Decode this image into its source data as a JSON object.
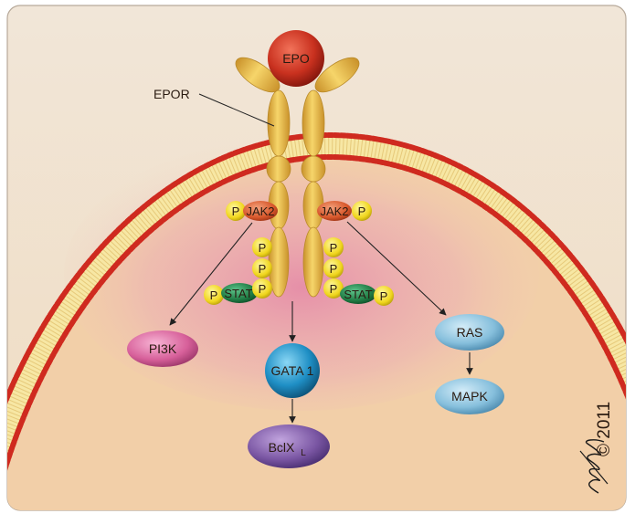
{
  "labels": {
    "epo": "EPO",
    "epor": "EPOR",
    "jak2_left": "JAK2",
    "jak2_right": "JAK2",
    "stat_left": "STAT",
    "stat_right": "STAT",
    "phospho": "P",
    "pi3k": "PI3K",
    "gata1": "GATA 1",
    "bclx": "BclX",
    "bclx_sub": "L",
    "ras": "RAS",
    "mapk": "MAPK",
    "copyright": "© 2011"
  },
  "colors": {
    "cytoplasm": "#f3d4b3",
    "extracellular": "#f0e4d4",
    "membrane_red": "#cf2a1f",
    "membrane_yellow": "#f7e7a4",
    "receptor_yellow": "#f0c445",
    "epo_red": "#c9311f",
    "jak2_orange": "#d7562a",
    "stat_green": "#1f7a43",
    "phospho_yellow": "#f3e02a",
    "pi3k_pink": "#d7609a",
    "gata1_blue": "#1f8fc5",
    "bclx_purple": "#7a56a3",
    "ras_blue": "#7eb8d8",
    "mapk_blue": "#7eb8d8"
  }
}
